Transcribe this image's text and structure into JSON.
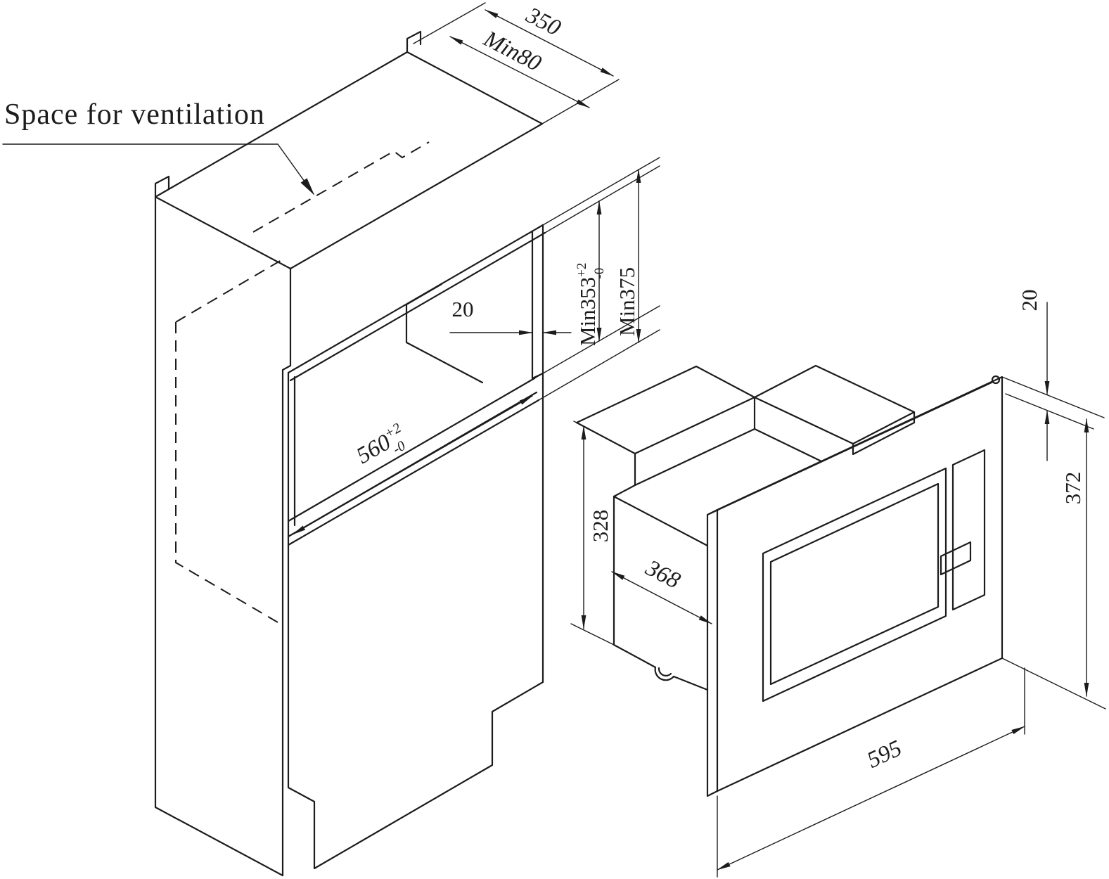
{
  "diagram": {
    "title": "Space for ventilation",
    "colors": {
      "line": "#1c1c1c",
      "background": "#ffffff"
    },
    "cabinet_dims": {
      "depth": "350",
      "vent_depth": "Min80",
      "niche_height": "Min353",
      "niche_height_tol_plus": "+2",
      "niche_height_tol_minus": "-0",
      "overall_height": "Min375",
      "panel_thickness": "20",
      "niche_width": "560",
      "niche_width_tol_plus": "+2",
      "niche_width_tol_minus": "-0"
    },
    "microwave_dims": {
      "top_clearance": "20",
      "front_frame_height": "372",
      "body_height": "328",
      "body_depth": "368",
      "front_frame_width": "595"
    }
  }
}
